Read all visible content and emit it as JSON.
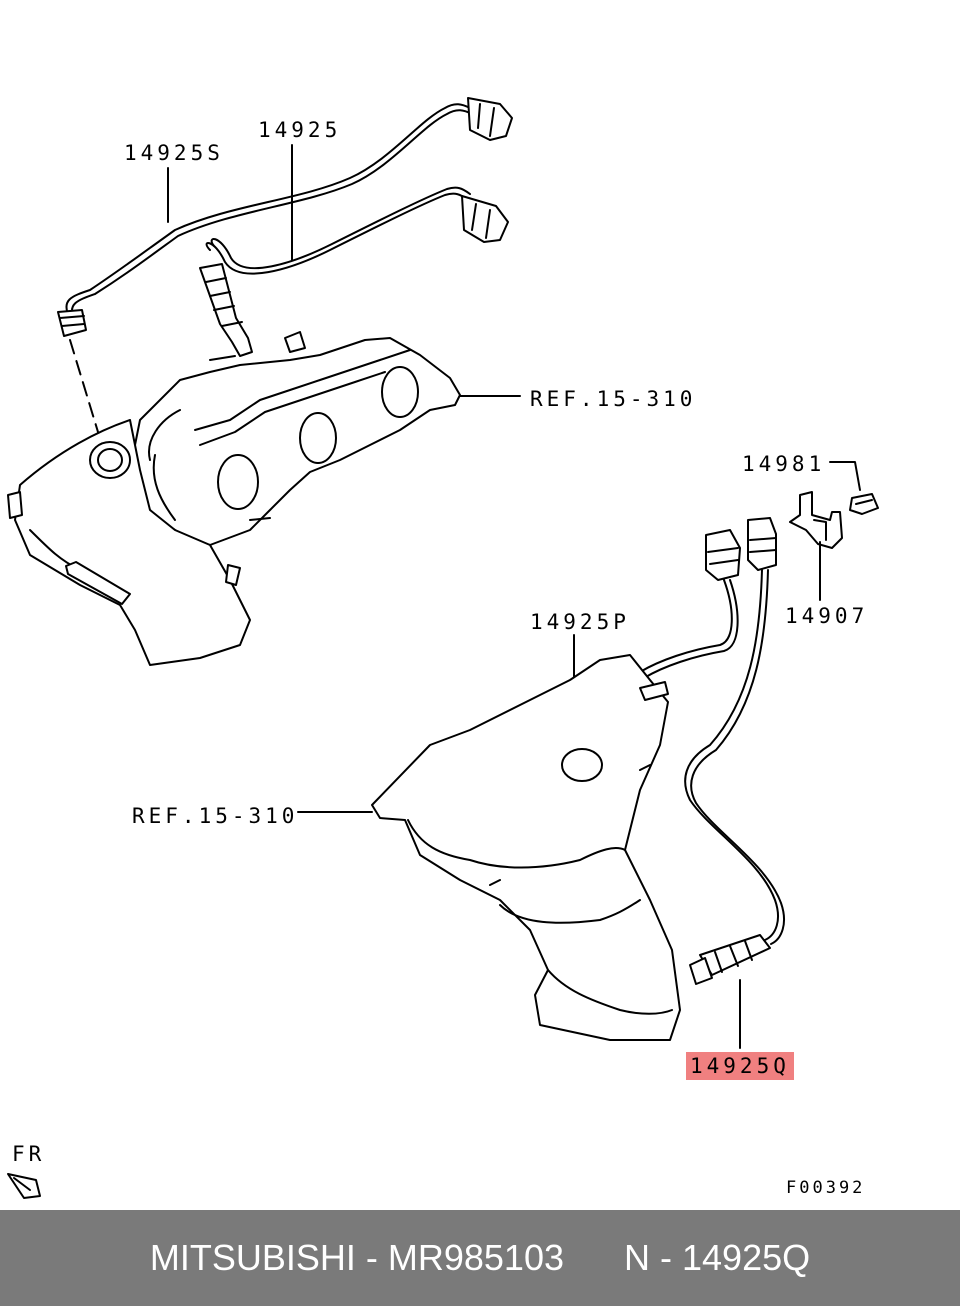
{
  "labels": {
    "p14925s": "14925S",
    "p14925": "14925",
    "ref_top": "REF.15-310",
    "p14981": "14981",
    "p14907": "14907",
    "p14925p": "14925P",
    "ref_bottom": "REF.15-310",
    "p14925q": "14925Q",
    "fr": "FR",
    "figure_code": "F00392"
  },
  "footer": {
    "brand": "MITSUBISHI",
    "sep1": " - ",
    "part_number": "MR985103",
    "gap": "      ",
    "n_label": "N",
    "sep2": " - ",
    "ref_code": "14925Q"
  },
  "colors": {
    "highlight": "#f08080",
    "footer_bg": "#7a7a7a",
    "footer_text": "#ffffff",
    "line": "#000000"
  }
}
